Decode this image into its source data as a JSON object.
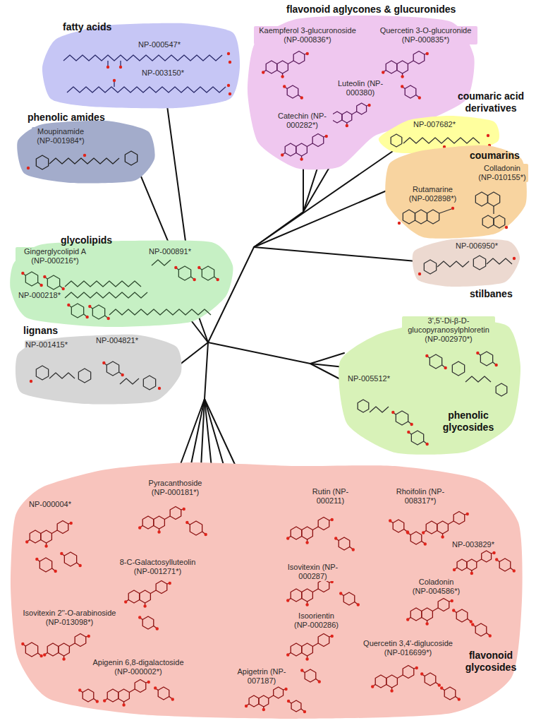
{
  "diagram": {
    "nodes": [
      {
        "text": [
          "fatty acids",
          "NP-000547*",
          "NP-003150*"
        ]
      },
      {
        "text": [
          "flavonoid aglycones & glucuronides",
          "Kaempferol 3-glucuronoside (NP-000836*)",
          "Quercetin 3-O-glucuronide (NP-000835*)",
          "Luteolin (NP-000380)",
          "Catechin (NP-000282*)"
        ]
      },
      {
        "text": [
          "phenolic amides",
          "Moupinamide (NP-001984*)"
        ]
      },
      {
        "text": [
          "coumaric acid derivatives",
          "NP-007682*"
        ]
      },
      {
        "text": [
          "coumarins",
          "Colladonin (NP-010155*)",
          "Rutamarine (NP-002898*)"
        ]
      },
      {
        "text": [
          "glycolipids",
          "Gingerglycolipid A (NP-000216*)",
          "NP-000891*",
          "NP-000218*"
        ]
      },
      {
        "text": [
          "stilbanes",
          "NP-006950*"
        ]
      },
      {
        "text": [
          "lignans",
          "NP-001415*",
          "NP-004821*"
        ]
      },
      {
        "text": [
          "phenolic glycosides",
          "3',5'-Di-β-D-glucopyranosylphloretin (NP-002970*)",
          "NP-005512*"
        ]
      },
      {
        "text": [
          "flavonoid glycosides",
          "NP-000004*",
          "Pyracanthoside (NP-000181*)",
          "Rutin (NP-000211)",
          "Rhoifolin (NP-008317*)",
          "NP-003829*",
          "8-C-Galactosylluteolin (NP-001271*)",
          "Isovitexin (NP-000287)",
          "Coladonin (NP-004586*)",
          "Isovitexin 2''-O-arabinoside (NP-013098*)",
          "Isoorientin (NP-000286)",
          "Quercetin 3,4'-diglucoside (NP-016699*)",
          "Apigenin 6,8-digalactoside (NP-000002*)",
          "Apigetrin (NP-007187)"
        ]
      }
    ]
  }
}
